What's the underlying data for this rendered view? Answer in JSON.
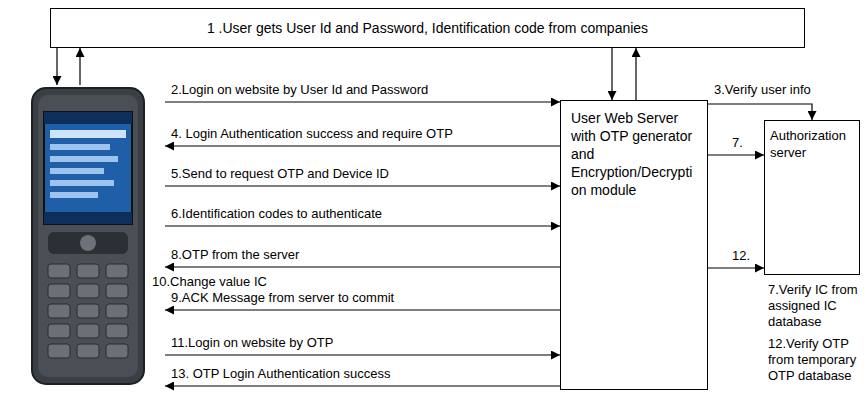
{
  "diagram": {
    "nodes": [
      {
        "text": [
          "1 .User gets User Id and Password, Identification code from companies"
        ]
      },
      {
        "text": [
          "10.Change value IC"
        ]
      },
      {
        "text": [
          "User Web Server with OTP generator and Encryption/Decryption module"
        ]
      },
      {
        "text": [
          "Authorization server"
        ]
      }
    ],
    "edges": [
      {
        "from": 0,
        "to": 1,
        "arrow": "to"
      },
      {
        "from": 1,
        "to": 0,
        "arrow": "to"
      },
      {
        "from": 0,
        "to": 2,
        "arrow": "to"
      },
      {
        "from": 2,
        "to": 0,
        "arrow": "to"
      },
      {
        "from": 1,
        "to": 2,
        "label": "2.Login on website by User Id and Password",
        "arrow": "to"
      },
      {
        "from": 2,
        "to": 3,
        "label": "3.Verify user info",
        "arrow": "to"
      },
      {
        "from": 2,
        "to": 1,
        "label": "4. Login Authentication success and require OTP",
        "arrow": "to"
      },
      {
        "from": 1,
        "to": 2,
        "label": "5.Send to request OTP and Device ID",
        "arrow": "to"
      },
      {
        "from": 1,
        "to": 2,
        "label": "6.Identification codes to authenticate",
        "arrow": "to"
      },
      {
        "from": 2,
        "to": 3,
        "label": "7.",
        "arrow": "to"
      },
      {
        "from": 2,
        "to": 1,
        "label": "8.OTP from the server",
        "arrow": "to"
      },
      {
        "from": 2,
        "to": 1,
        "label": "9.ACK Message from server to commit",
        "arrow": "to"
      },
      {
        "from": 1,
        "to": 2,
        "label": "11.Login on website by OTP",
        "arrow": "to"
      },
      {
        "from": 2,
        "to": 3,
        "label": "12.",
        "arrow": "to"
      },
      {
        "from": 2,
        "to": 1,
        "label": "13. OTP Login Authentication success",
        "arrow": "to"
      }
    ],
    "labels": [
      "7.Verify IC from assigned IC database",
      "12.Verify OTP from temporary OTP database"
    ]
  }
}
